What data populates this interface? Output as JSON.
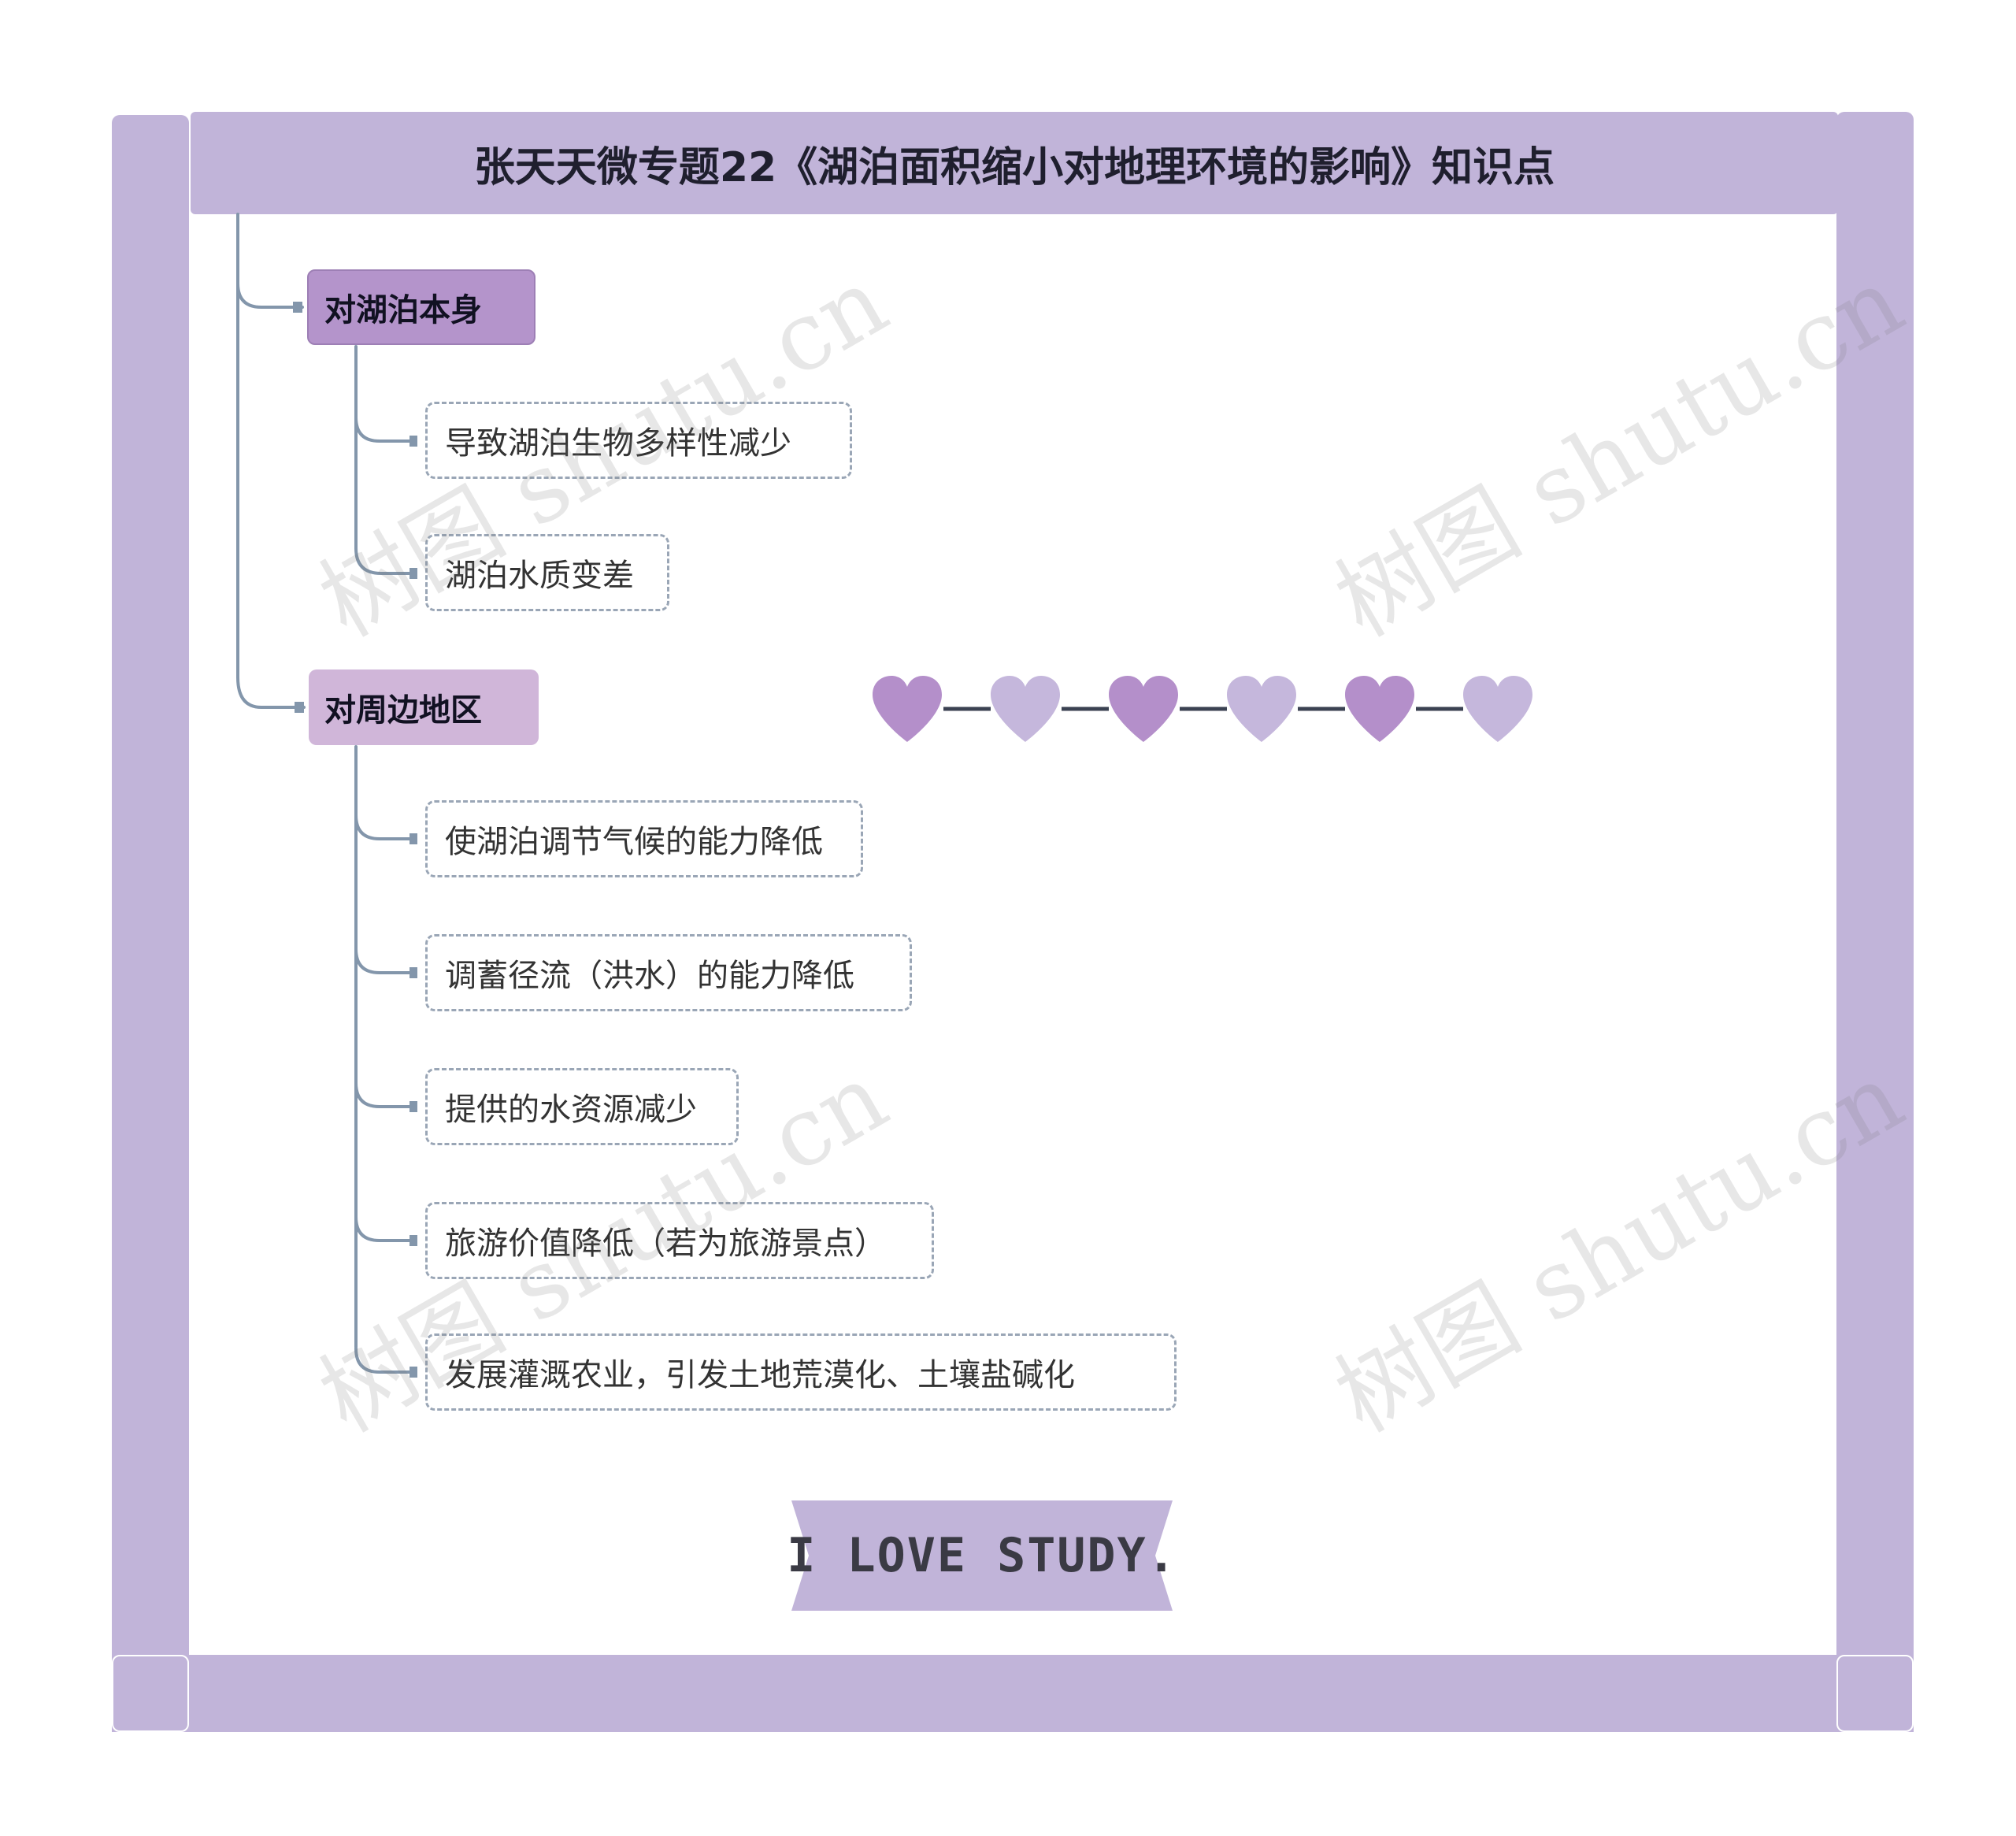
{
  "title": "张天天微专题22《湖泊面积缩小对地理环境的影响》知识点",
  "topics": [
    {
      "label": "对湖泊本身",
      "children": [
        "导致湖泊生物多样性减少",
        "湖泊水质变差"
      ]
    },
    {
      "label": "对周边地区",
      "children": [
        "使湖泊调节气候的能力降低",
        "调蓄径流（洪水）的能力降低",
        "提供的水资源减少",
        "旅游价值降低（若为旅游景点）",
        "发展灌溉农业，引发土地荒漠化、土壤盐碱化"
      ]
    }
  ],
  "banner": "I LOVE STUDY.",
  "watermark": "树图 shutu.cn",
  "colors": {
    "frame": "#c1b4d9",
    "topic_1": "#b494cb",
    "topic_2": "#d0b6d9",
    "heart_dark": "#b48fca",
    "heart_light": "#c5b7dc",
    "connector": "#8396ab"
  }
}
